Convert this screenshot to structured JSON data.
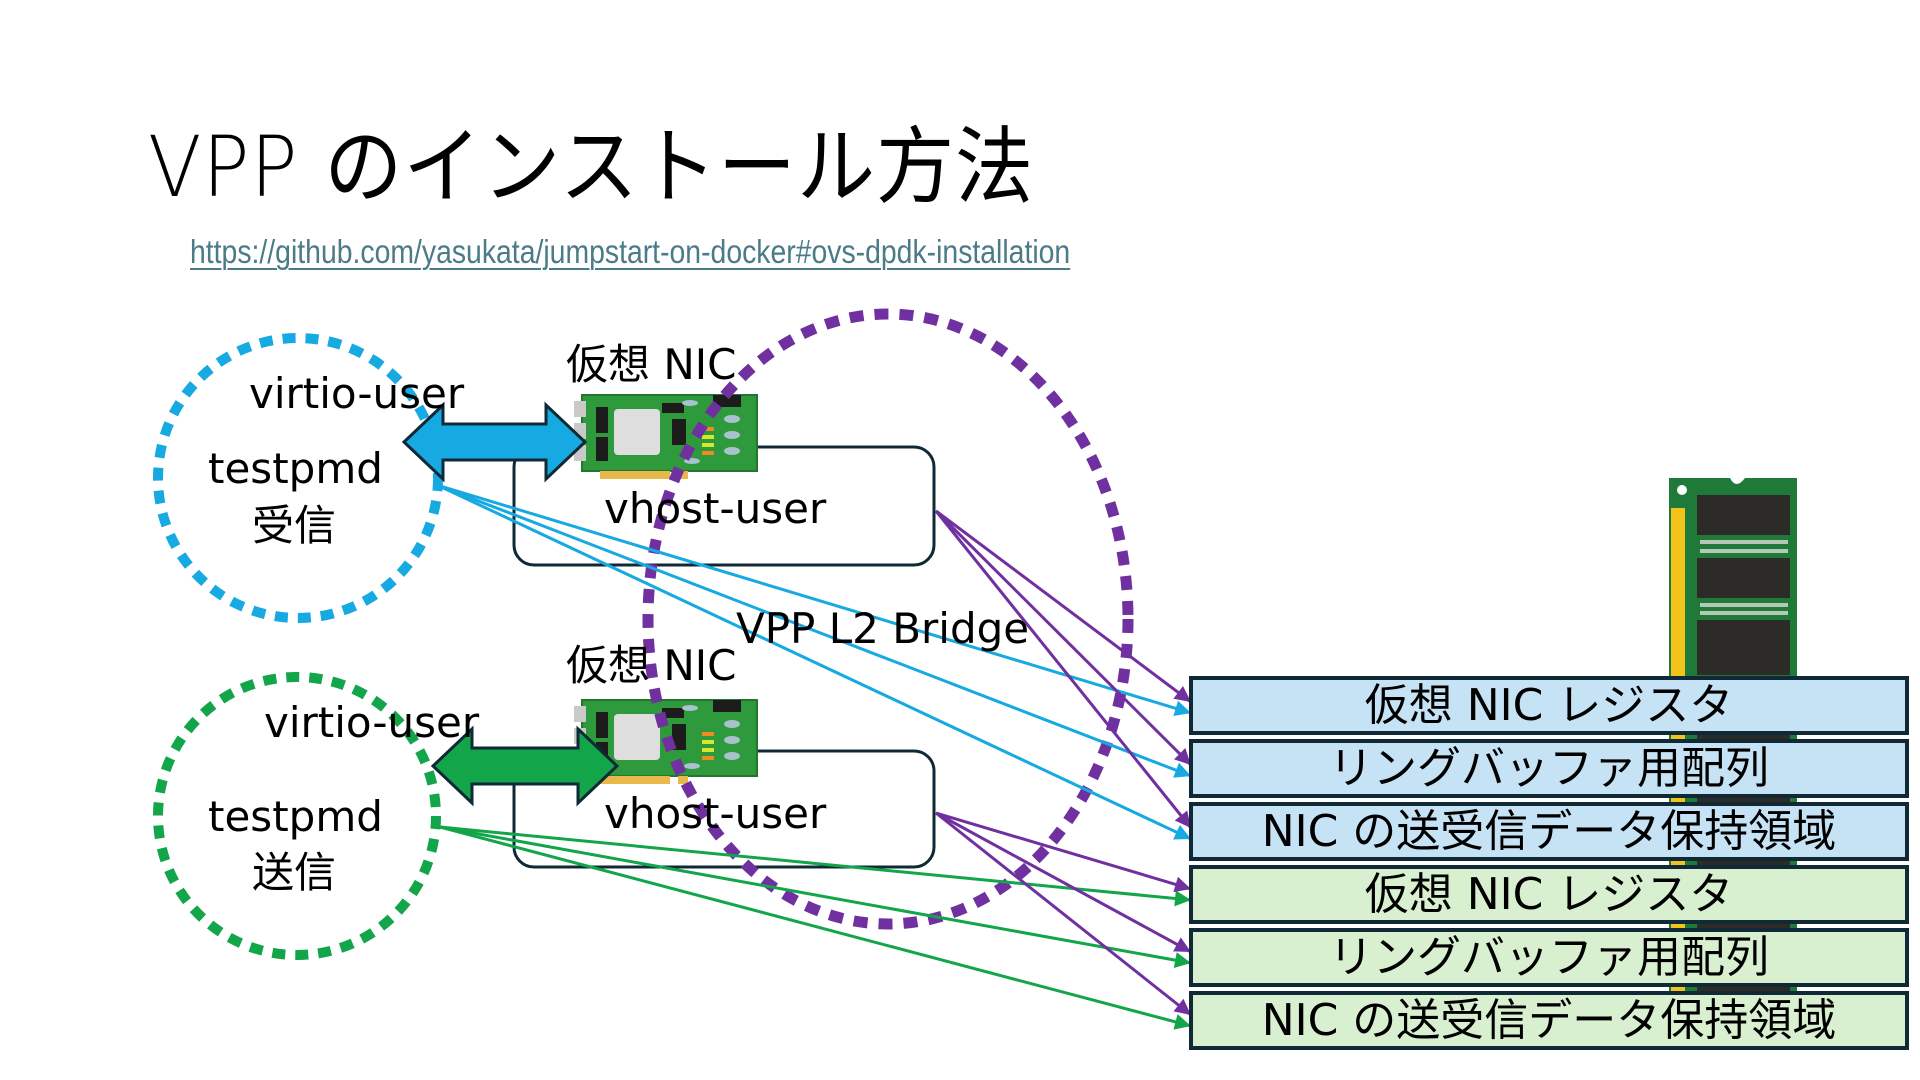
{
  "slide": {
    "title": "VPP のインストール方法",
    "link": "https://github.com/yasukata/jumpstart-on-docker#ovs-dpdk-installation"
  },
  "diagram": {
    "rx": {
      "app_label": "testpmd",
      "role_label": "受信",
      "driver_label": "virtio-user",
      "nic_label": "仮想 NIC",
      "backend_label": "vhost-user",
      "color": "#17a9e1"
    },
    "tx": {
      "app_label": "testpmd",
      "role_label": "送信",
      "driver_label": "virtio-user",
      "nic_label": "仮想 NIC",
      "backend_label": "vhost-user",
      "color": "#12a54a"
    },
    "bridge": {
      "label": "VPP L2 Bridge",
      "color": "#7030a0"
    },
    "memory_regions": [
      {
        "label": "仮想 NIC レジスタ",
        "group": "rx",
        "fill": "#c6e3f5"
      },
      {
        "label": "リングバッファ用配列",
        "group": "rx",
        "fill": "#c6e3f5"
      },
      {
        "label": "NIC の送受信データ保持領域",
        "group": "rx",
        "fill": "#c6e3f5"
      },
      {
        "label": "仮想 NIC レジスタ",
        "group": "tx",
        "fill": "#d8f0d0"
      },
      {
        "label": "リングバッファ用配列",
        "group": "tx",
        "fill": "#d8f0d0"
      },
      {
        "label": "NIC の送受信データ保持領域",
        "group": "tx",
        "fill": "#d8f0d0"
      }
    ]
  }
}
